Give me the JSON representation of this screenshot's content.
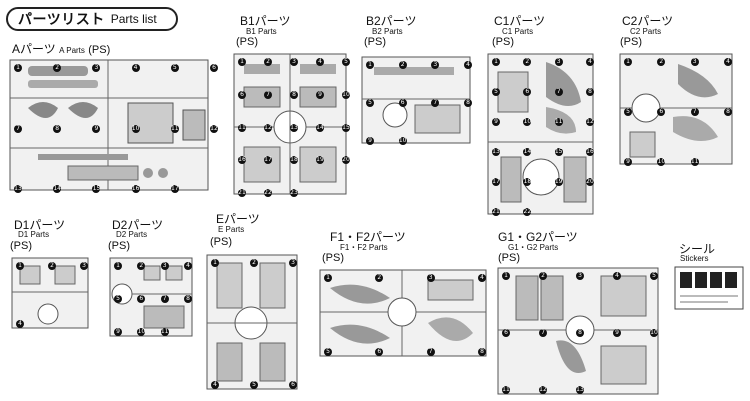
{
  "header": {
    "title_jp": "パーツリスト",
    "title_en": "Parts list"
  },
  "sheets": {
    "A": {
      "name_jp": "Aパーツ",
      "name_en": "A Parts",
      "material": "(PS)"
    },
    "B1": {
      "name_jp": "B1パーツ",
      "name_en": "B1 Parts",
      "material": "(PS)"
    },
    "B2": {
      "name_jp": "B2パーツ",
      "name_en": "B2 Parts",
      "material": "(PS)"
    },
    "C1": {
      "name_jp": "C1パーツ",
      "name_en": "C1 Parts",
      "material": "(PS)"
    },
    "C2": {
      "name_jp": "C2パーツ",
      "name_en": "C2 Parts",
      "material": "(PS)"
    },
    "D1": {
      "name_jp": "D1パーツ",
      "name_en": "D1 Parts",
      "material": "(PS)"
    },
    "D2": {
      "name_jp": "D2パーツ",
      "name_en": "D2 Parts",
      "material": "(PS)"
    },
    "E": {
      "name_jp": "Eパーツ",
      "name_en": "E Parts",
      "material": "(PS)"
    },
    "F": {
      "name_jp": "F1・F2パーツ",
      "name_en": "F1・F2 Parts",
      "material": "(PS)"
    },
    "G": {
      "name_jp": "G1・G2パーツ",
      "name_en": "G1・G2 Parts",
      "material": "(PS)"
    },
    "sticker": {
      "name_jp": "シール",
      "name_en": "Stickers"
    }
  },
  "part_numbers": {
    "A": [
      "1",
      "2",
      "3",
      "4",
      "5",
      "6",
      "7",
      "8",
      "9",
      "10",
      "11",
      "12",
      "13",
      "14",
      "15",
      "16",
      "17"
    ],
    "B1": [
      "1",
      "2",
      "3",
      "4",
      "5",
      "6",
      "7",
      "8",
      "9",
      "10",
      "11",
      "12",
      "13",
      "14",
      "15",
      "16",
      "17",
      "18",
      "19",
      "20",
      "21",
      "22",
      "23"
    ],
    "B2": [
      "1",
      "2",
      "3",
      "4",
      "5",
      "6",
      "7",
      "8",
      "9",
      "10"
    ],
    "C1": [
      "1",
      "2",
      "3",
      "4",
      "5",
      "6",
      "7",
      "8",
      "9",
      "10",
      "11",
      "12",
      "13",
      "14",
      "15",
      "16",
      "17",
      "18",
      "19",
      "20",
      "21",
      "22"
    ],
    "C2": [
      "1",
      "2",
      "3",
      "4",
      "5",
      "6",
      "7",
      "8",
      "9",
      "10",
      "11"
    ],
    "D1": [
      "1",
      "2",
      "3",
      "4"
    ],
    "D2": [
      "1",
      "2",
      "3",
      "4",
      "5",
      "6",
      "7",
      "8",
      "9",
      "10",
      "11"
    ],
    "E": [
      "1",
      "2",
      "3",
      "4",
      "5",
      "6"
    ],
    "F": [
      "1",
      "2",
      "3",
      "4",
      "5",
      "6",
      "7",
      "8"
    ],
    "G": [
      "1",
      "2",
      "3",
      "4",
      "5",
      "6",
      "7",
      "8",
      "9",
      "10",
      "11",
      "12",
      "13"
    ]
  }
}
